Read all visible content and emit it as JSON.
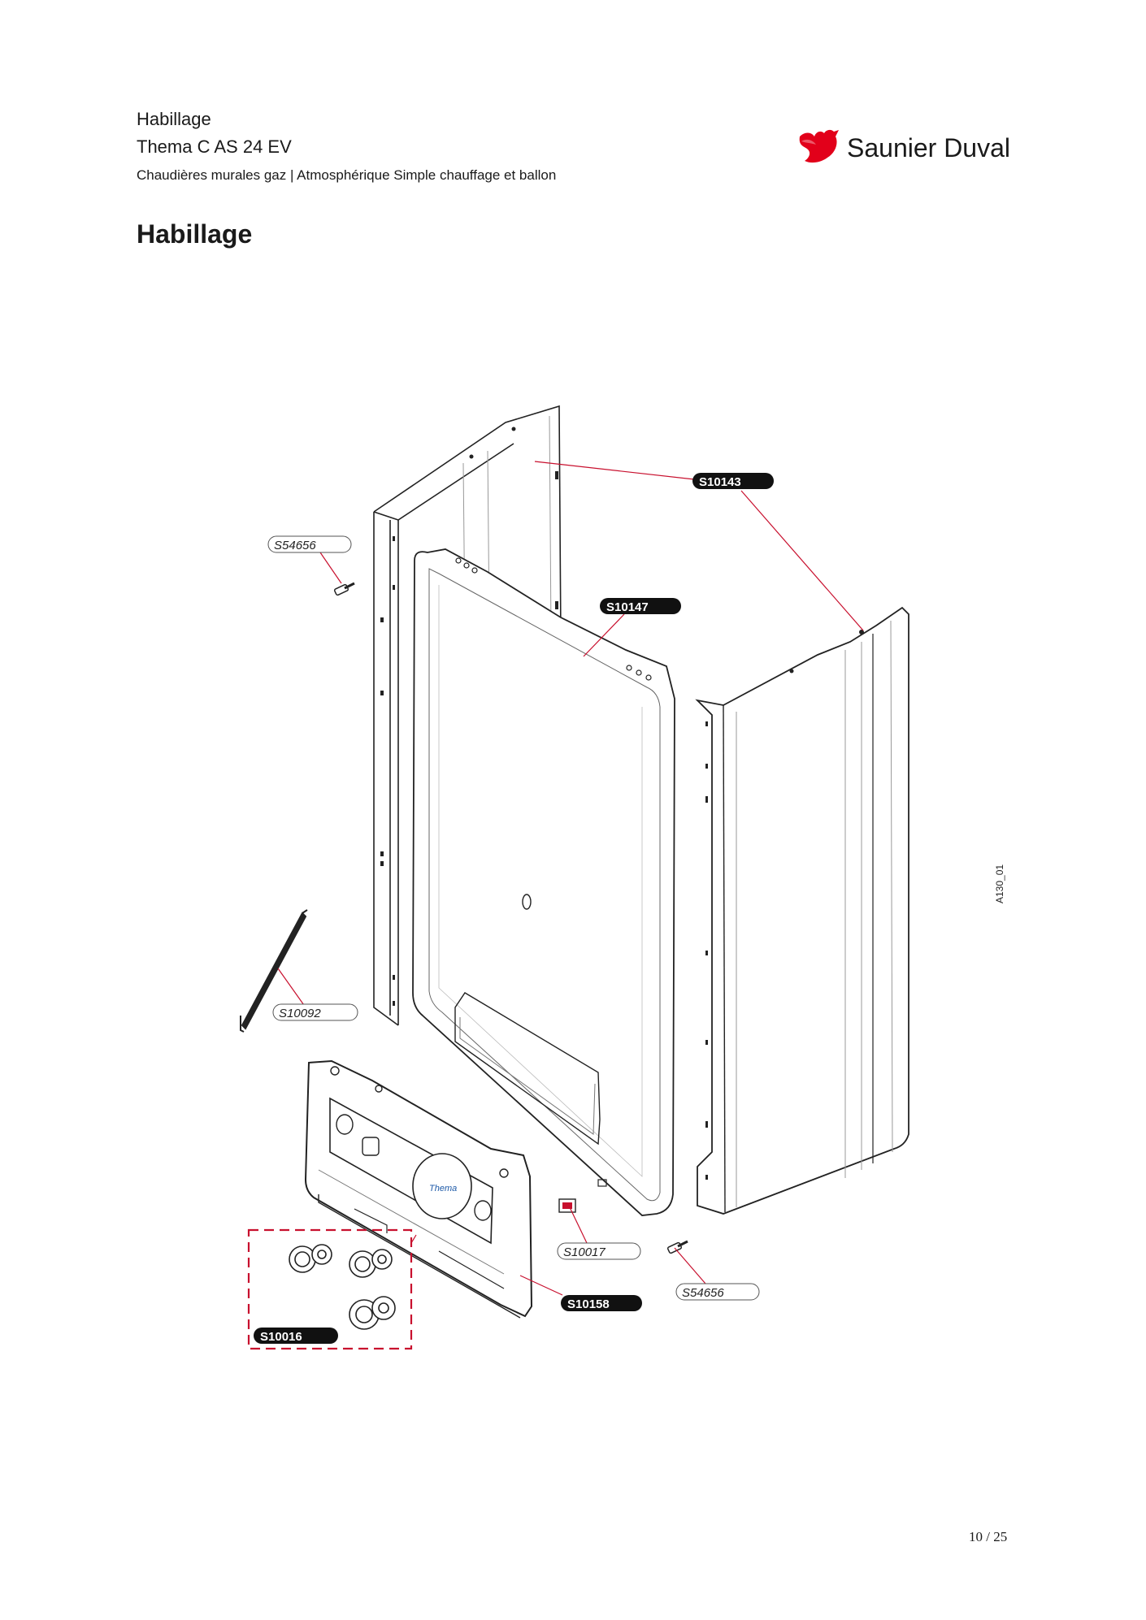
{
  "header": {
    "category": "Habillage",
    "model": "Thema C AS 24 EV",
    "description": "Chaudières murales gaz | Atmosphérique Simple chauffage et ballon"
  },
  "brand": {
    "name": "Saunier Duval",
    "color": "#e2001a",
    "icon": "bird-logo-icon"
  },
  "section_title": "Habillage",
  "diagram": {
    "reference": "A130_01",
    "parts": {
      "side_panel_right": "S10143",
      "front_panel": "S10147",
      "screw_top": "S54656",
      "screw_bottom": "S54656",
      "hinge_rod": "S10092",
      "small_clip": "S10017",
      "control_panel": "S10158",
      "knob_kit": "S10016"
    },
    "leader_color": "#c8102e",
    "highlight_color": "#c8102e"
  },
  "footer": {
    "page": "10 / 25"
  }
}
